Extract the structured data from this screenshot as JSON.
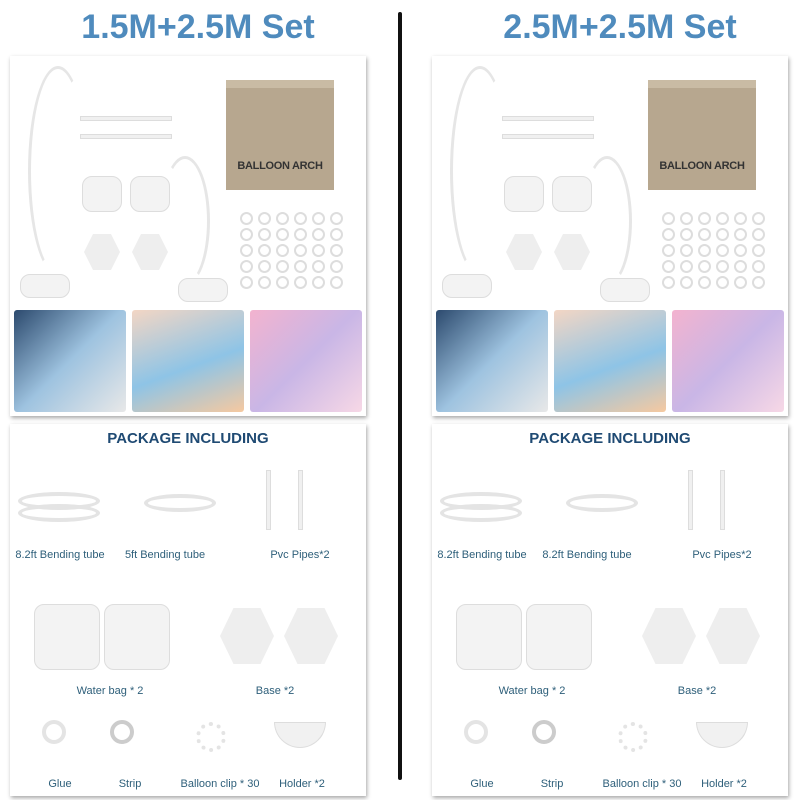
{
  "panels": [
    {
      "title": "1.5M+2.5M Set",
      "box_text": "BALLOON ARCH",
      "package_heading": "PACKAGE INCLUDING",
      "labels": [
        "8.2ft Bending tube",
        "5ft Bending tube",
        "Pvc Pipes*2",
        "Water bag * 2",
        "Base *2",
        "Glue",
        "Strip",
        "Balloon clip * 30",
        "Holder *2"
      ]
    },
    {
      "title": "2.5M+2.5M Set",
      "box_text": "BALLOON ARCH",
      "package_heading": "PACKAGE INCLUDING",
      "labels": [
        "8.2ft Bending tube",
        "8.2ft Bending tube",
        "Pvc Pipes*2",
        "Water bag * 2",
        "Base *2",
        "Glue",
        "Strip",
        "Balloon clip * 30",
        "Holder *2"
      ]
    }
  ],
  "colors": {
    "title": "#4f8bbd",
    "label": "#2e5f7a",
    "heading": "#1f4a73"
  }
}
